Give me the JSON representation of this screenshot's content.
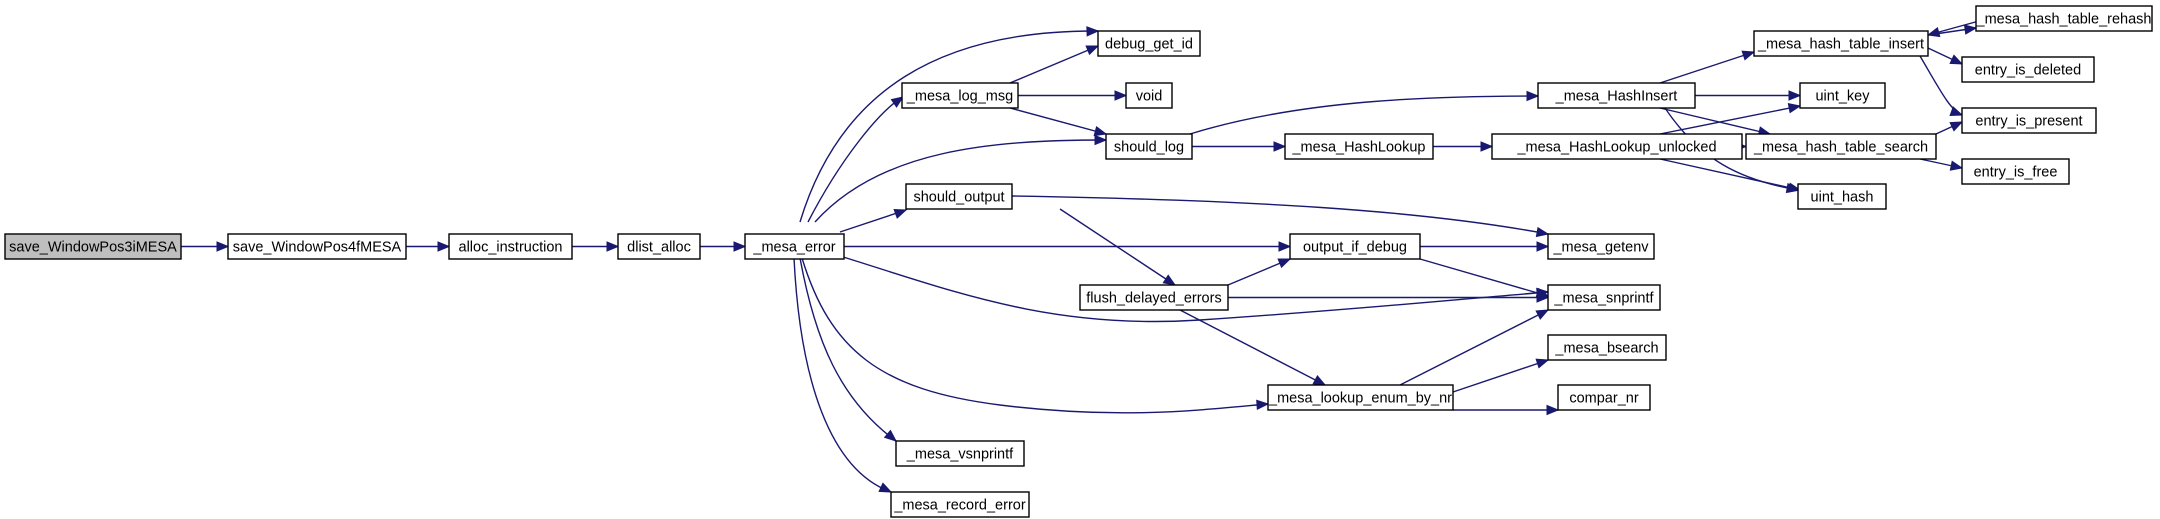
{
  "diagram": {
    "root": "save_WindowPos3iMESA",
    "colors": {
      "edge": "#191970",
      "root_fill": "#bfbfbf",
      "node_fill": "#ffffff",
      "border": "#000000"
    },
    "nodes": [
      {
        "id": "n0",
        "label": "save_WindowPos3iMESA"
      },
      {
        "id": "n1",
        "label": "save_WindowPos4fMESA"
      },
      {
        "id": "n2",
        "label": "alloc_instruction"
      },
      {
        "id": "n3",
        "label": "dlist_alloc"
      },
      {
        "id": "n4",
        "label": "_mesa_error"
      },
      {
        "id": "n5",
        "label": "_mesa_log_msg"
      },
      {
        "id": "n6",
        "label": "debug_get_id"
      },
      {
        "id": "n7",
        "label": "void"
      },
      {
        "id": "n8",
        "label": "should_log"
      },
      {
        "id": "n9",
        "label": "should_output"
      },
      {
        "id": "n10",
        "label": "flush_delayed_errors"
      },
      {
        "id": "n11",
        "label": "output_if_debug"
      },
      {
        "id": "n12",
        "label": "_mesa_lookup_enum_by_nr"
      },
      {
        "id": "n13",
        "label": "_mesa_vsnprintf"
      },
      {
        "id": "n14",
        "label": "_mesa_record_error"
      },
      {
        "id": "n15",
        "label": "_mesa_HashLookup"
      },
      {
        "id": "n16",
        "label": "_mesa_HashInsert"
      },
      {
        "id": "n17",
        "label": "_mesa_HashLookup_unlocked"
      },
      {
        "id": "n18",
        "label": "_mesa_getenv"
      },
      {
        "id": "n19",
        "label": "_mesa_snprintf"
      },
      {
        "id": "n20",
        "label": "_mesa_bsearch"
      },
      {
        "id": "n21",
        "label": "compar_nr"
      },
      {
        "id": "n22",
        "label": "uint_key"
      },
      {
        "id": "n23",
        "label": "uint_hash"
      },
      {
        "id": "n24",
        "label": "_mesa_hash_table_insert"
      },
      {
        "id": "n25",
        "label": "_mesa_hash_table_search"
      },
      {
        "id": "n26",
        "label": "_mesa_hash_table_rehash"
      },
      {
        "id": "n27",
        "label": "entry_is_deleted"
      },
      {
        "id": "n28",
        "label": "entry_is_present"
      },
      {
        "id": "n29",
        "label": "entry_is_free"
      }
    ],
    "edges": [
      [
        "n0",
        "n1"
      ],
      [
        "n1",
        "n2"
      ],
      [
        "n2",
        "n3"
      ],
      [
        "n3",
        "n4"
      ],
      [
        "n4",
        "n6"
      ],
      [
        "n4",
        "n5"
      ],
      [
        "n4",
        "n8"
      ],
      [
        "n4",
        "n9"
      ],
      [
        "n4",
        "n11"
      ],
      [
        "n4",
        "n19"
      ],
      [
        "n4",
        "n12"
      ],
      [
        "n4",
        "n13"
      ],
      [
        "n4",
        "n14"
      ],
      [
        "n5",
        "n6"
      ],
      [
        "n5",
        "n7"
      ],
      [
        "n5",
        "n8"
      ],
      [
        "n8",
        "n16"
      ],
      [
        "n8",
        "n15"
      ],
      [
        "n9",
        "n18"
      ],
      [
        "n9",
        "n10"
      ],
      [
        "n10",
        "n11"
      ],
      [
        "n10",
        "n19"
      ],
      [
        "n10",
        "n12"
      ],
      [
        "n11",
        "n18"
      ],
      [
        "n11",
        "n19"
      ],
      [
        "n12",
        "n19"
      ],
      [
        "n12",
        "n20"
      ],
      [
        "n12",
        "n21"
      ],
      [
        "n15",
        "n17"
      ],
      [
        "n16",
        "n24"
      ],
      [
        "n16",
        "n22"
      ],
      [
        "n16",
        "n25"
      ],
      [
        "n16",
        "n23"
      ],
      [
        "n17",
        "n22"
      ],
      [
        "n17",
        "n25"
      ],
      [
        "n17",
        "n23"
      ],
      [
        "n24",
        "n26"
      ],
      [
        "n24",
        "n27"
      ],
      [
        "n24",
        "n28"
      ],
      [
        "n25",
        "n28"
      ],
      [
        "n25",
        "n29"
      ],
      [
        "n26",
        "n24"
      ]
    ]
  }
}
